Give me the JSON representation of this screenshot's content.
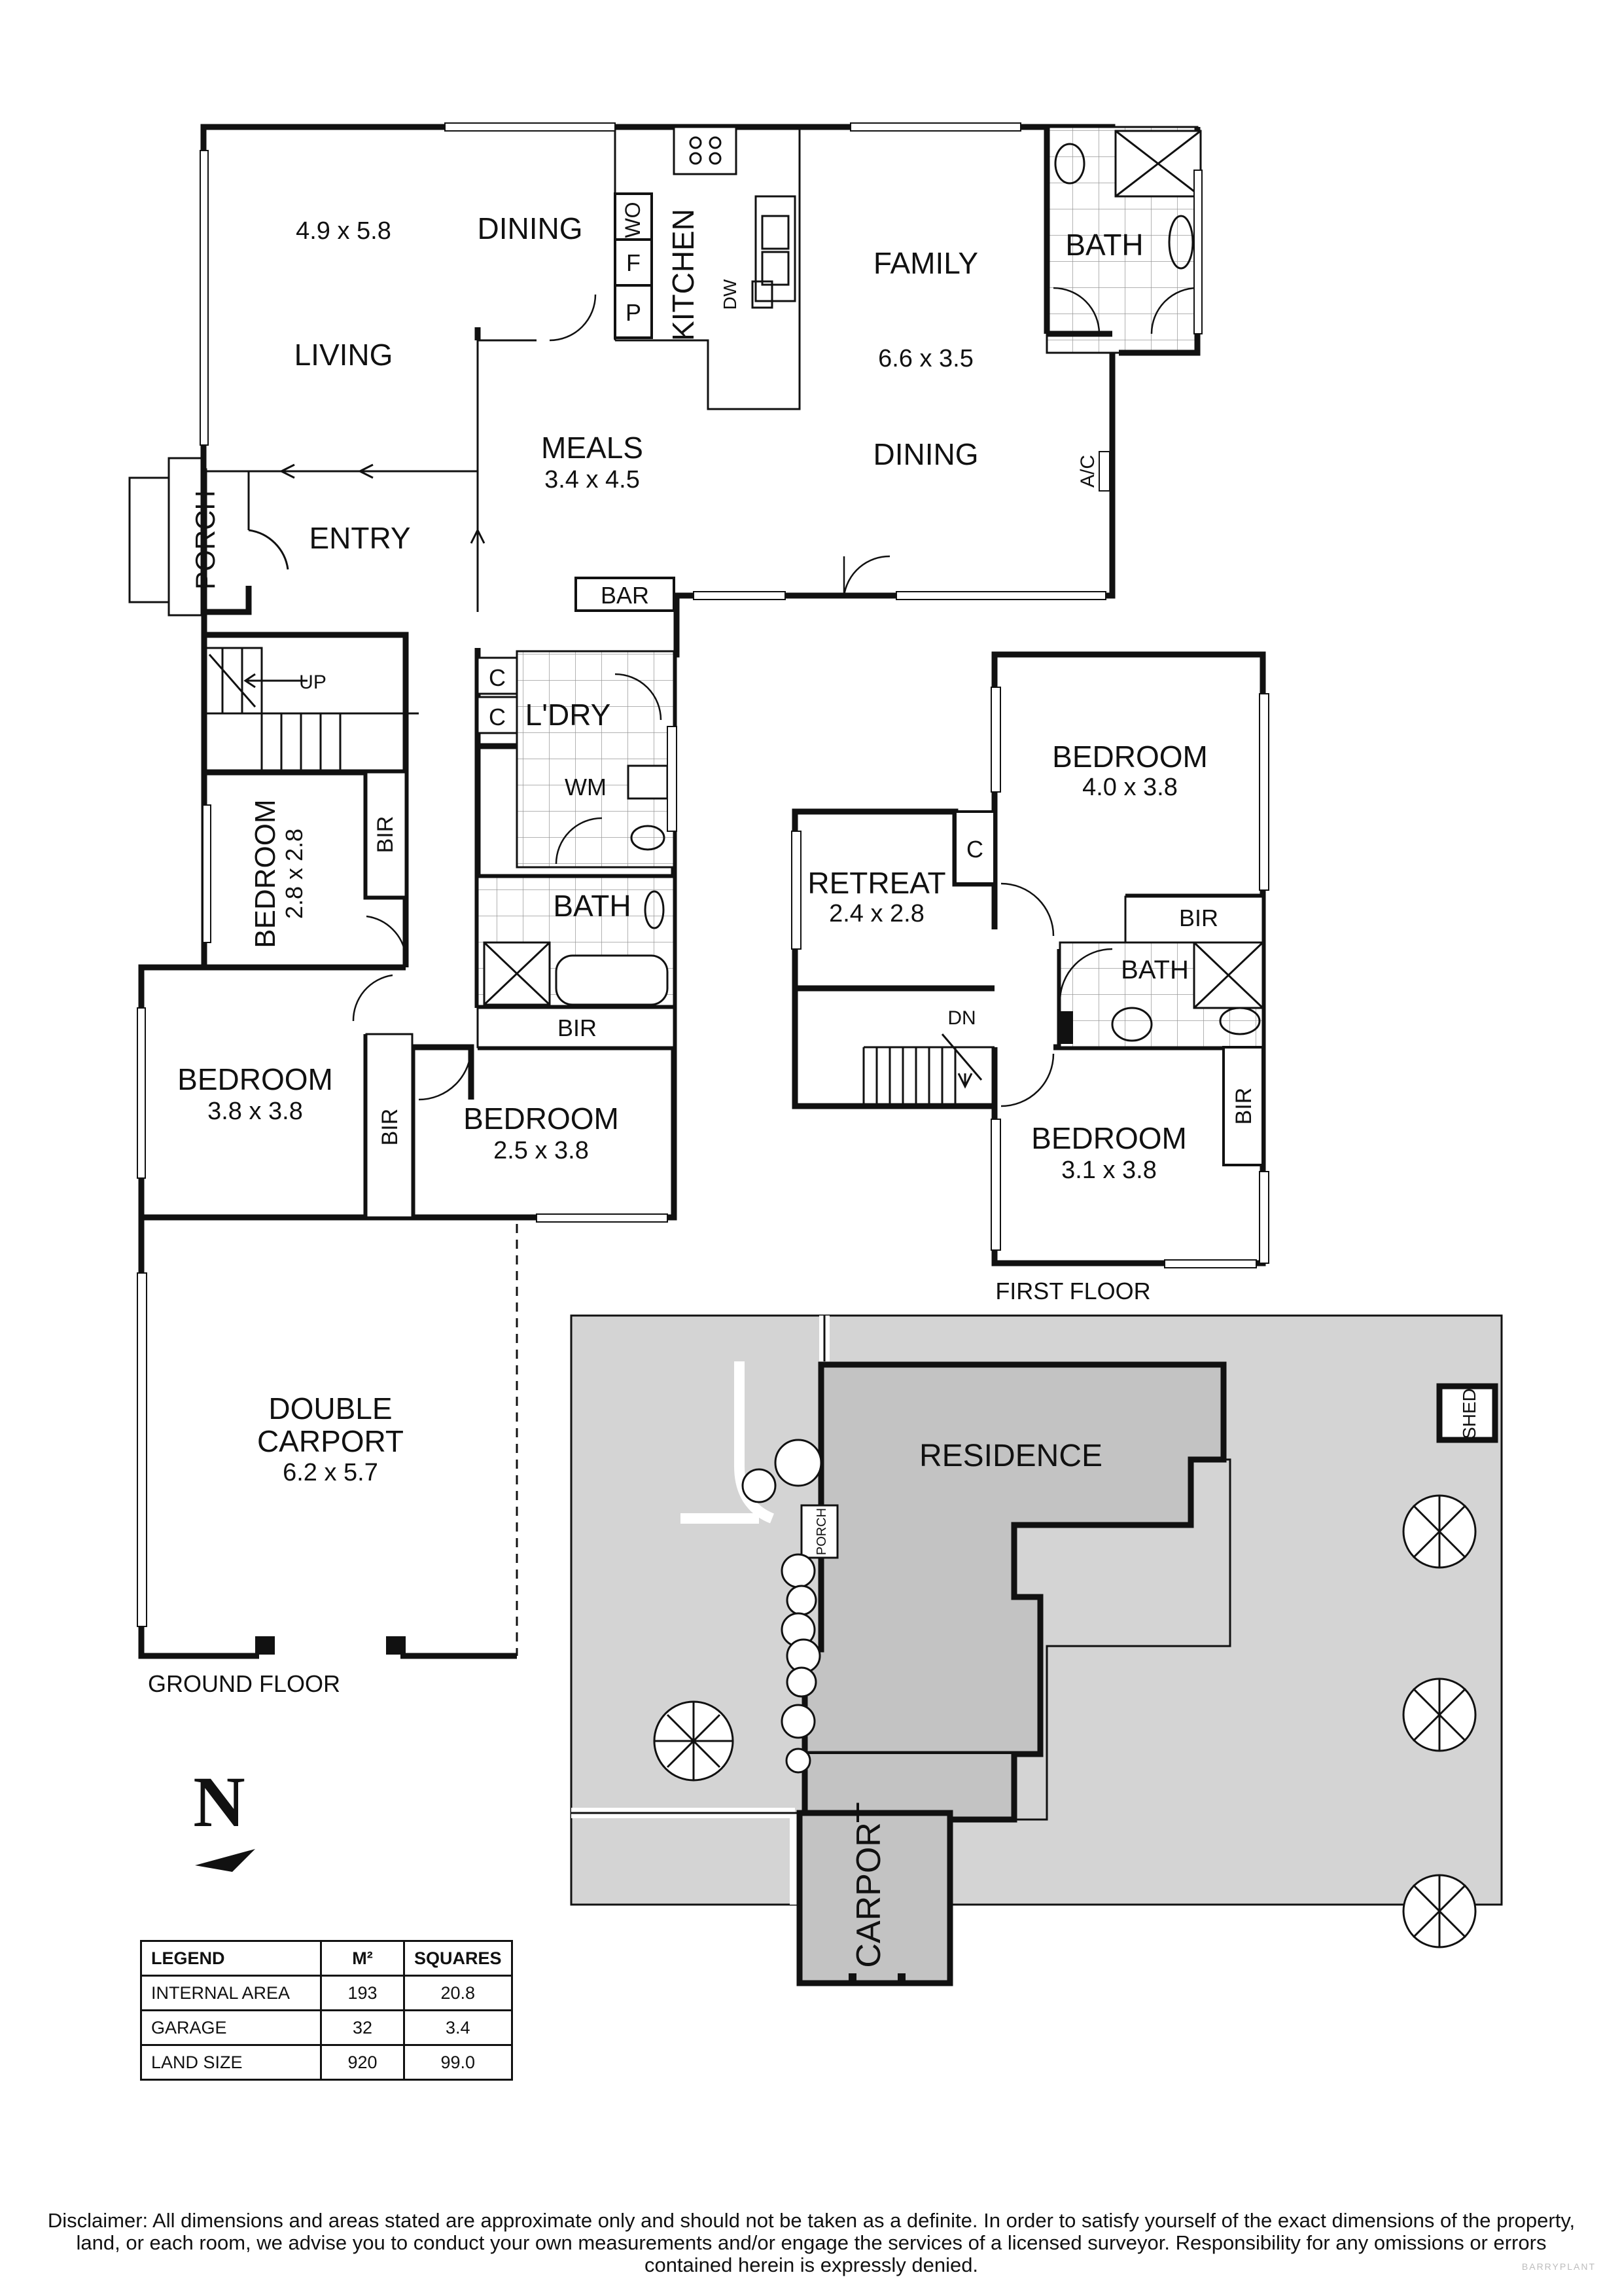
{
  "rooms": {
    "living": {
      "dim": "4.9 x 5.8",
      "name": "LIVING"
    },
    "dining_front": "DINING",
    "kitchen": "KITCHEN",
    "wo": "WO",
    "f": "F",
    "p": "P",
    "dw": "DW",
    "family": {
      "name": "FAMILY",
      "dim": "6.6 x 3.5"
    },
    "dining_rear": "DINING",
    "bath_rear": "BATH",
    "ac": "A/C",
    "meals": {
      "name": "MEALS",
      "dim": "3.4 x 4.5"
    },
    "bar": "BAR",
    "porch": "PORCH",
    "entry": "ENTRY",
    "up": "UP",
    "laundry": "L'DRY",
    "c1": "C",
    "c2": "C",
    "wm": "WM",
    "bath_ground": "BATH",
    "bir_bath": "BIR",
    "bedroom_small": {
      "name": "BEDROOM",
      "dim": "2.8 x 2.8"
    },
    "bir_small": "BIR",
    "bedroom_west": {
      "name": "BEDROOM",
      "dim": "3.8 x 3.8"
    },
    "bir_west": "BIR",
    "bedroom_mid": {
      "name": "BEDROOM",
      "dim": "2.5 x 3.8"
    },
    "carport": {
      "name1": "DOUBLE",
      "name2": "CARPORT",
      "dim": "6.2 x 5.7"
    }
  },
  "first_floor": {
    "bedroom_1": {
      "name": "BEDROOM",
      "dim": "4.0 x 3.8"
    },
    "retreat": {
      "name": "RETREAT",
      "dim": "2.4 x 2.8"
    },
    "c": "C",
    "bir_1": "BIR",
    "bath": "BATH",
    "dn": "DN",
    "bedroom_2": {
      "name": "BEDROOM",
      "dim": "3.1 x 3.8"
    },
    "bir_2": "BIR"
  },
  "floor_labels": {
    "ground": "GROUND FLOOR",
    "first": "FIRST FLOOR"
  },
  "site": {
    "residence": "RESIDENCE",
    "porch": "PORCH",
    "shed": "SHED",
    "carport": "CARPORT"
  },
  "north": "N",
  "legend": {
    "headers": [
      "LEGEND",
      "M²",
      "SQUARES"
    ],
    "rows": [
      [
        "INTERNAL AREA",
        "193",
        "20.8"
      ],
      [
        "GARAGE",
        "32",
        "3.4"
      ],
      [
        "LAND SIZE",
        "920",
        "99.0"
      ]
    ]
  },
  "disclaimer": "Disclaimer: All dimensions and areas stated are approximate only and should not be taken as a definite. In order to satisfy yourself of the exact dimensions of the property, land, or each room, we advise you to conduct your own measurements and/or engage the services of a licensed surveyor. Responsibility for any omissions or errors contained herein is expressly denied.",
  "watermark": "BARRYPLANT"
}
